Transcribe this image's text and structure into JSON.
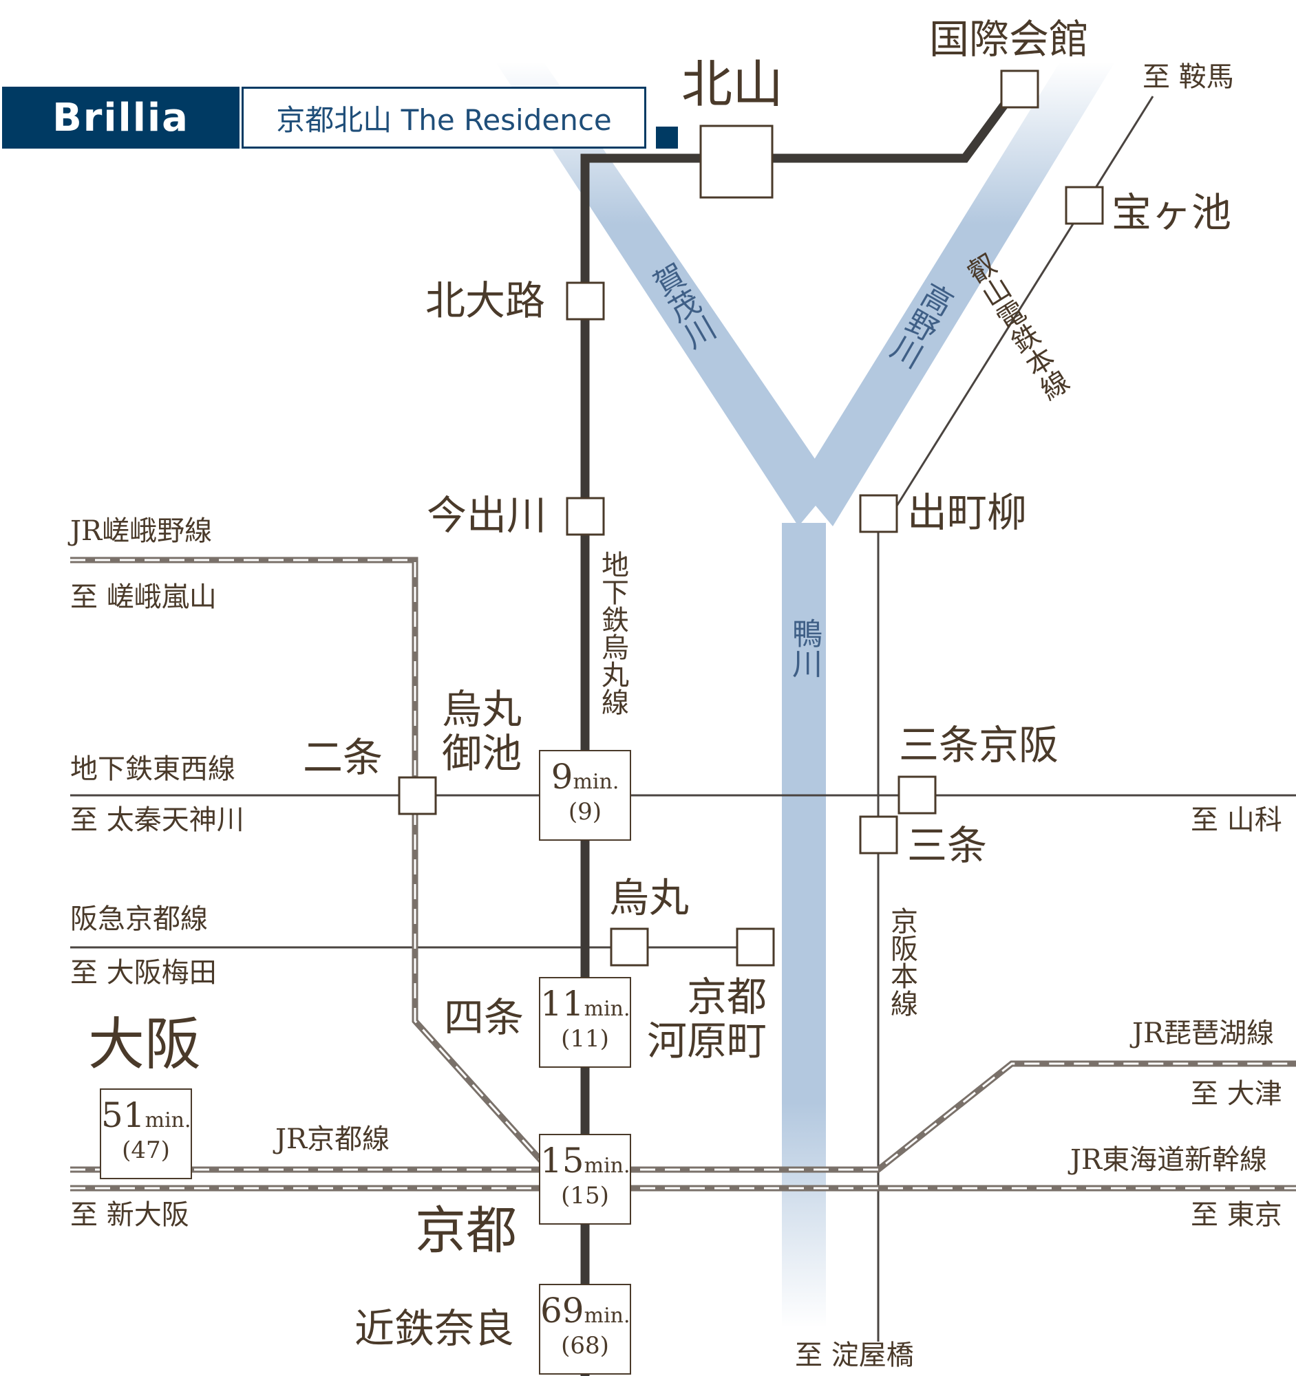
{
  "brand": {
    "logo": "Brillia",
    "name": "京都北山 The Residence"
  },
  "stations": {
    "kitayama": "北山",
    "kokusai_kaikan": "国際会館",
    "kitaoji": "北大路",
    "imadegawa": "今出川",
    "karasuma_oike": "烏丸\n御池",
    "nijo": "二条",
    "karasuma": "烏丸",
    "kyoto_kawaramachi": "京都\n河原町",
    "shijo": "四条",
    "kyoto": "京都",
    "kintetsu_nara": "近鉄奈良",
    "osaka": "大阪",
    "demachiyanagi": "出町柳",
    "takaragaike": "宝ヶ池",
    "sanjo_keihan": "三条京阪",
    "sanjo": "三条"
  },
  "lines": {
    "subway_karasuma": "地下鉄烏丸線",
    "eizan": "叡山電鉄本線",
    "keihan": "京阪本線",
    "jr_sagano": "JR嵯峨野線",
    "subway_tozai": "地下鉄東西線",
    "hankyu_kyoto": "阪急京都線",
    "jr_kyoto": "JR京都線",
    "jr_biwako": "JR琵琶湖線",
    "jr_tokaido_shinkansen": "JR東海道新幹線"
  },
  "directions": {
    "kurama": "至 鞍馬",
    "saga_arashiyama": "至 嵯峨嵐山",
    "uzumasa_tenjingawa": "至 太秦天神川",
    "yamashina": "至 山科",
    "osaka_umeda": "至 大阪梅田",
    "otsu": "至 大津",
    "shin_osaka": "至 新大阪",
    "tokyo": "至 東京",
    "yodoyabashi": "至 淀屋橋"
  },
  "rivers": {
    "kamo_upper": "賀茂川",
    "takano": "高野川",
    "kamo": "鴨川"
  },
  "travel_times": {
    "karasuma_oike": {
      "time": "9",
      "unit": "min.",
      "alt": "(9)"
    },
    "shijo": {
      "time": "11",
      "unit": "min.",
      "alt": "(11)"
    },
    "kyoto": {
      "time": "15",
      "unit": "min.",
      "alt": "(15)"
    },
    "kintetsu_nara": {
      "time": "69",
      "unit": "min.",
      "alt": "(68)"
    },
    "osaka": {
      "time": "51",
      "unit": "min.",
      "alt": "(47)"
    }
  },
  "colors": {
    "brand_navy": "#003a63",
    "line_dark": "#3e3a36",
    "line_thin": "#4a4440",
    "jr_gray": "#7a716a",
    "river_blue": "#b3c8df",
    "text_brown": "#4a3a2a"
  }
}
